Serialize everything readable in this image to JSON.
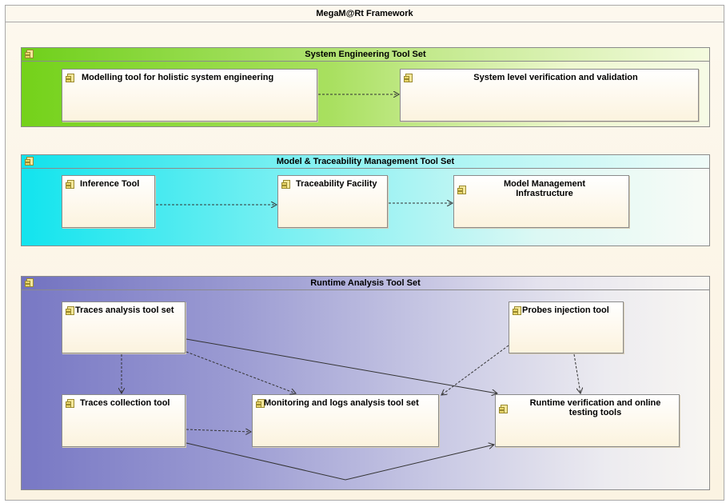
{
  "framework": {
    "title": "MegaM@Rt Framework"
  },
  "packages": {
    "system_engineering": {
      "title": "System Engineering Tool Set",
      "components": {
        "modelling": "Modelling tool for holistic system engineering",
        "verification": "System level verification and validation"
      }
    },
    "model_traceability": {
      "title": "Model & Traceability Management Tool Set",
      "components": {
        "inference": "Inference Tool",
        "traceability": "Traceability Facility",
        "model_management": "Model Management Infrastructure"
      }
    },
    "runtime_analysis": {
      "title": "Runtime Analysis Tool Set",
      "components": {
        "traces_analysis": "Traces analysis tool set",
        "probes_injection": "Probes injection tool",
        "traces_collection": "Traces collection tool",
        "monitoring_logs": "Monitoring and logs analysis tool set",
        "runtime_verification": "Runtime verification and online testing tools"
      }
    }
  },
  "colors": {
    "system_engineering_gradient": [
      "#7ed321",
      "#f3fbd8"
    ],
    "model_traceability_gradient": [
      "#16e6ee",
      "#f7fbf6"
    ],
    "runtime_analysis_gradient": [
      "#7b7bc6",
      "#f8f6f2"
    ],
    "component_fill": "#fcf3de",
    "icon_fill": "#f4e79a"
  }
}
